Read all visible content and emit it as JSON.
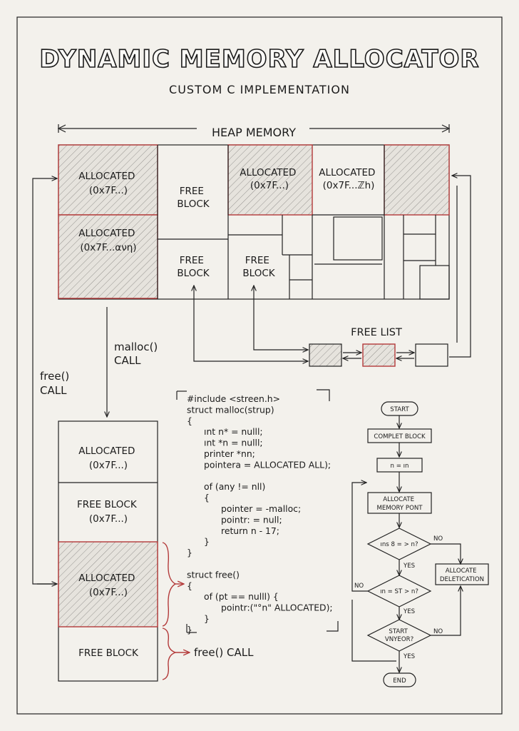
{
  "title": "DYNAMIC MEMORY ALLOCATOR",
  "subtitle": "CUSTOM C IMPLEMENTATION",
  "heap": {
    "label": "HEAP MEMORY",
    "allocated_1": [
      "ALLOCATED",
      "(0x7F...)"
    ],
    "allocated_2": [
      "ALLOCATED",
      "(0x7F...ανη)"
    ],
    "free_1": [
      "FREE",
      "BLOCK"
    ],
    "free_2": [
      "FREE",
      "BLOCK"
    ],
    "allocated_3": [
      "ALLOCATED",
      "(0x7F...)"
    ],
    "allocated_4": [
      "ALLOCATED",
      "(0x7F...ℤh)"
    ],
    "free_3": [
      "FREE",
      "BLOCK"
    ]
  },
  "free_list": {
    "label": "FREE LIST"
  },
  "calls": {
    "malloc": [
      "malloc()",
      "CALL"
    ],
    "free": [
      "free()",
      "CALL"
    ],
    "free_bottom": "free() CALL"
  },
  "stack": {
    "blocks": [
      [
        "ALLOCATED",
        "(0x7F...)"
      ],
      [
        "FREE BLOCK",
        "(0x7F...)"
      ],
      [
        "ALLOCATED",
        "(0x7F...)"
      ],
      [
        "FREE BLOCK"
      ]
    ]
  },
  "code": [
    "#include <streen.h>",
    "struct malloc(strup)",
    "{",
    "    ınt n* = nulll;",
    "    ınt *n = nulll;",
    "    printer *nn;",
    "    pointera = ALLOCATED ALL);",
    "",
    "    of (any != nll)",
    "    {",
    "        pointer = -malloc;",
    "        pointr: = null;",
    "        return n - 17;",
    "    }",
    "}",
    "",
    "struct free()",
    "{",
    "    of (pt == nulll) {",
    "        pointr:(\"°n\" ALLOCATED);",
    "    }",
    "}"
  ],
  "flowchart": {
    "start": "START",
    "complet_block": "COMPLET BLOCK",
    "n_eq": "n = ın",
    "allocate_memory": [
      "ALLOCATE",
      "MEMORY PONT"
    ],
    "decision_1": "ıns 8 = > n?",
    "decision_2": "ın = ST > n?",
    "decision_3": [
      "START",
      "VNYEOR?"
    ],
    "allocate_deletication": [
      "ALLOCATE",
      "DELETICATION"
    ],
    "yes": "YES",
    "no": "NO",
    "end": "END"
  }
}
